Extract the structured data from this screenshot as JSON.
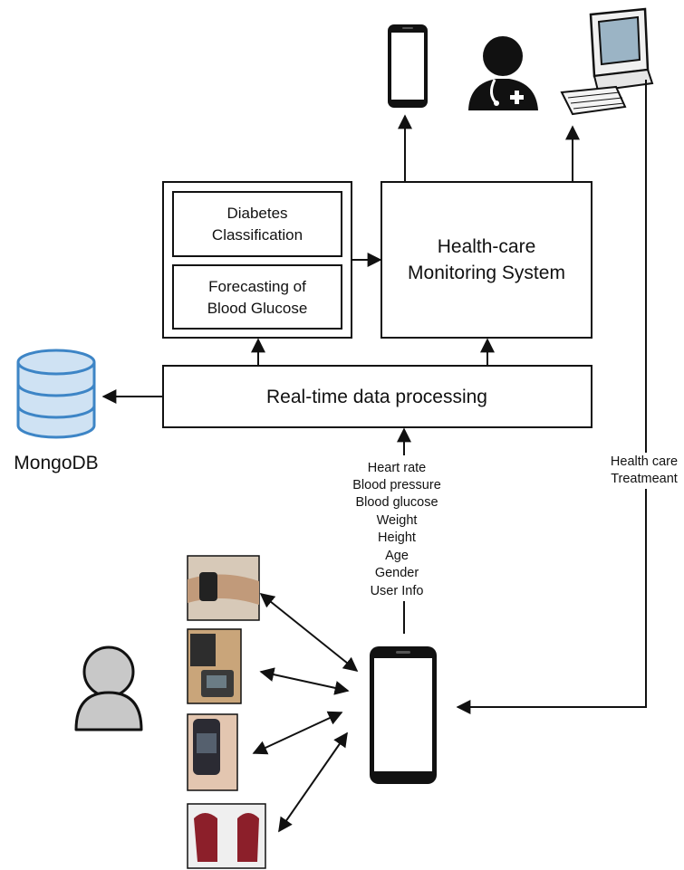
{
  "boxes": {
    "diabetes_line1": "Diabetes",
    "diabetes_line2": "Classification",
    "forecast_line1": "Forecasting of",
    "forecast_line2": "Blood Glucose",
    "health_line1": "Health-care",
    "health_line2": "Monitoring System",
    "processing": "Real-time data processing"
  },
  "database": {
    "label": "MongoDB"
  },
  "data_fields": [
    "Heart rate",
    "Blood pressure",
    "Blood glucose",
    "Weight",
    "Height",
    "Age",
    "Gender",
    "User Info"
  ],
  "feedback": {
    "line1": "Health care",
    "line2": "Treatmeant"
  },
  "icons": [
    "smartphone-icon",
    "doctor-icon",
    "desktop-computer-icon",
    "database-icon",
    "user-icon",
    "wristband-sensor-photo",
    "blood-pressure-monitor-photo",
    "glucose-meter-photo",
    "weight-scale-photo"
  ],
  "colors": {
    "database_fill": "#cfe2f3",
    "database_stroke": "#3d85c6",
    "user_fill": "#c8c8c8",
    "stroke": "#111111"
  }
}
